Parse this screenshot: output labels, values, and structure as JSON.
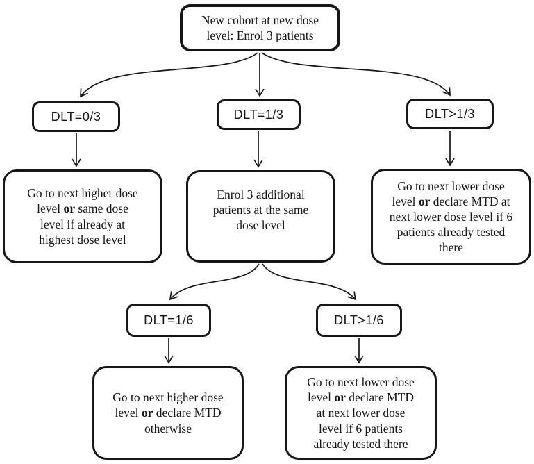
{
  "colors": {
    "ink": "#161616",
    "background": "#ffffff"
  },
  "nodes": {
    "root": {
      "text": "New cohort at new dose\nlevel: Enrol 3 patients"
    },
    "dlt_0_3": {
      "label": "DLT=0/3"
    },
    "dlt_1_3": {
      "label": "DLT=1/3"
    },
    "dlt_gt_1_3": {
      "label": "DLT>1/3"
    },
    "escalate": {
      "segments": [
        {
          "text": "Go to next higher dose\nlevel "
        },
        {
          "text": "or",
          "bold": true
        },
        {
          "text": " same dose\nlevel if already at\nhighest dose level"
        }
      ]
    },
    "expand": {
      "text": "Enrol 3 additional\npatients at the same\ndose level"
    },
    "deescalate": {
      "segments": [
        {
          "text": "Go to next lower dose\nlevel "
        },
        {
          "text": "or",
          "bold": true
        },
        {
          "text": " declare MTD at\nnext lower dose level if 6\npatients already tested\nthere"
        }
      ]
    },
    "dlt_1_6": {
      "label": "DLT=1/6"
    },
    "dlt_gt_1_6": {
      "label": "DLT>1/6"
    },
    "mtd_or_higher": {
      "segments": [
        {
          "text": "Go to next higher dose\nlevel "
        },
        {
          "text": "or",
          "bold": true
        },
        {
          "text": " declare MTD\notherwise"
        }
      ]
    },
    "mtd_or_lower": {
      "segments": [
        {
          "text": "Go to next lower dose\nlevel "
        },
        {
          "text": "or",
          "bold": true
        },
        {
          "text": " declare MTD\nat next lower dose\nlevel if 6 patients\nalready tested there"
        }
      ]
    }
  }
}
